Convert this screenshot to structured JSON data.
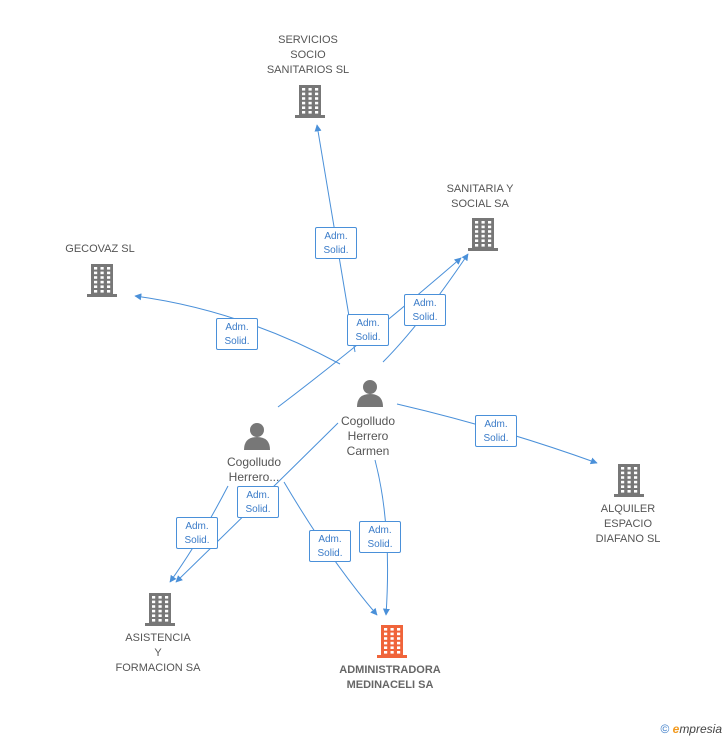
{
  "colors": {
    "edge": "#4a90d9",
    "company": "#777777",
    "main_company": "#f0643a",
    "person": "#777777"
  },
  "nodes": [
    {
      "id": "servicios",
      "type": "company",
      "label": "SERVICIOS\nSOCIO\nSANITARIOS SL"
    },
    {
      "id": "sanitaria",
      "type": "company",
      "label": "SANITARIA Y\nSOCIAL SA"
    },
    {
      "id": "gecovaz",
      "type": "company",
      "label": "GECOVAZ SL"
    },
    {
      "id": "alquiler",
      "type": "company",
      "label": "ALQUILER\nESPACIO\nDIAFANO SL"
    },
    {
      "id": "asistencia",
      "type": "company",
      "label": "ASISTENCIA\nY\nFORMACION SA"
    },
    {
      "id": "administradora",
      "type": "main_company",
      "label": "ADMINISTRADORA\nMEDINACELI SA"
    },
    {
      "id": "carmen",
      "type": "person",
      "label": "Cogolludo\nHerrero\nCarmen"
    },
    {
      "id": "herrero",
      "type": "person",
      "label": "Cogolludo\nHerrero..."
    }
  ],
  "edges": [
    {
      "from": "carmen",
      "to": "servicios",
      "label": "Adm.\nSolid."
    },
    {
      "from": "carmen",
      "to": "sanitaria",
      "label": "Adm.\nSolid."
    },
    {
      "from": "carmen",
      "to": "gecovaz",
      "label": "Adm.\nSolid."
    },
    {
      "from": "carmen",
      "to": "alquiler",
      "label": "Adm.\nSolid."
    },
    {
      "from": "carmen",
      "to": "administradora",
      "label": "Adm.\nSolid."
    },
    {
      "from": "carmen",
      "to": "asistencia",
      "label": "Adm.\nSolid."
    },
    {
      "from": "herrero",
      "to": "sanitaria",
      "label": "Adm.\nSolid."
    },
    {
      "from": "herrero",
      "to": "asistencia",
      "label": "Adm.\nSolid."
    },
    {
      "from": "herrero",
      "to": "administradora",
      "label": "Adm.\nSolid."
    }
  ],
  "footer": {
    "copyright": "©",
    "brand_initial": "e",
    "brand_rest": "mpresia"
  }
}
